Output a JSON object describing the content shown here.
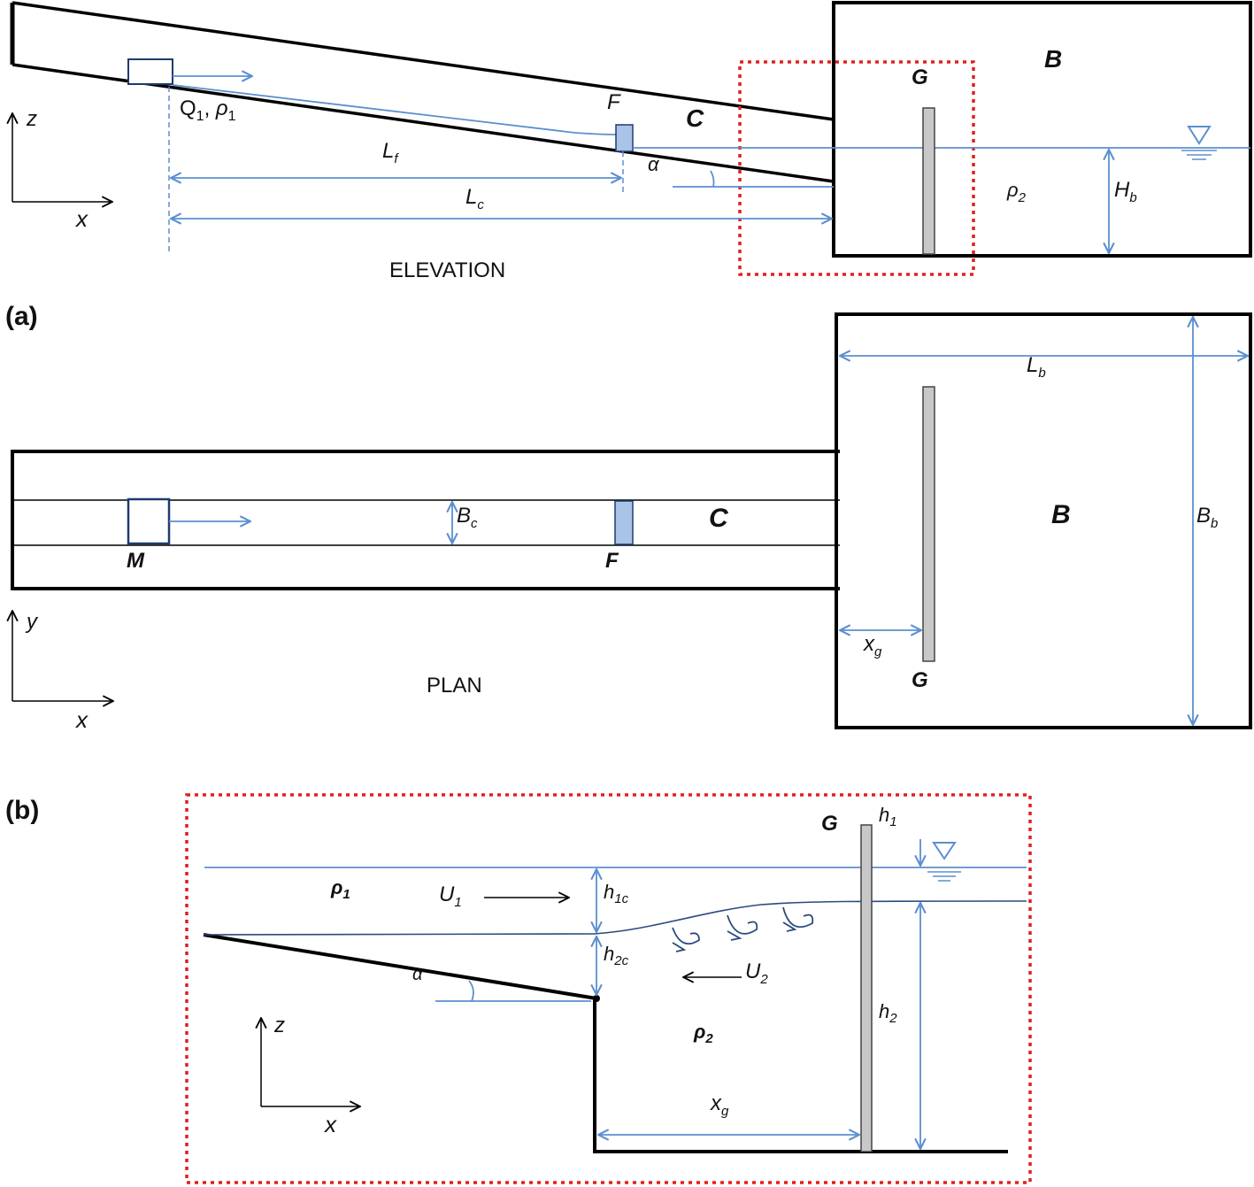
{
  "panels": {
    "a_label": "(a)",
    "b_label": "(b)"
  },
  "elevation": {
    "title": "ELEVATION",
    "flow_label": "Q",
    "flow_sub": "1",
    "rho1_label": "ρ",
    "rho1_sub": "1",
    "F": "F",
    "C": "C",
    "B": "B",
    "G": "G",
    "alpha": "α",
    "Lf": "L",
    "Lf_sub": "f",
    "Lc": "L",
    "Lc_sub": "c",
    "rho2": "ρ",
    "rho2_sub": "2",
    "Hb": "H",
    "Hb_sub": "b",
    "axis_z": "z",
    "axis_x": "x"
  },
  "plan": {
    "title": "PLAN",
    "M": "M",
    "F": "F",
    "C": "C",
    "B": "B",
    "G": "G",
    "Bc": "B",
    "Bc_sub": "c",
    "Lb": "L",
    "Lb_sub": "b",
    "Bb": "B",
    "Bb_sub": "b",
    "xg": "x",
    "xg_sub": "g",
    "axis_y": "y",
    "axis_x": "x"
  },
  "detail": {
    "G": "G",
    "h1": "h",
    "h1_sub": "1",
    "rho1": "ρ",
    "rho1_sub": "1",
    "U1": "U",
    "U1_sub": "1",
    "h1c": "h",
    "h1c_sub": "1c",
    "h2c": "h",
    "h2c_sub": "2c",
    "U2": "U",
    "U2_sub": "2",
    "alpha": "α",
    "rho2": "ρ",
    "rho2_sub": "2",
    "h2": "h",
    "h2_sub": "2",
    "xg": "x",
    "xg_sub": "g",
    "axis_z": "z",
    "axis_x": "x"
  },
  "colors": {
    "water_line": "#5b8fd0",
    "boundary": "#000000",
    "highlight_box": "#e02020",
    "gate_fill": "#c8c8c8",
    "gate_probe_fill": "#aac4e8"
  }
}
